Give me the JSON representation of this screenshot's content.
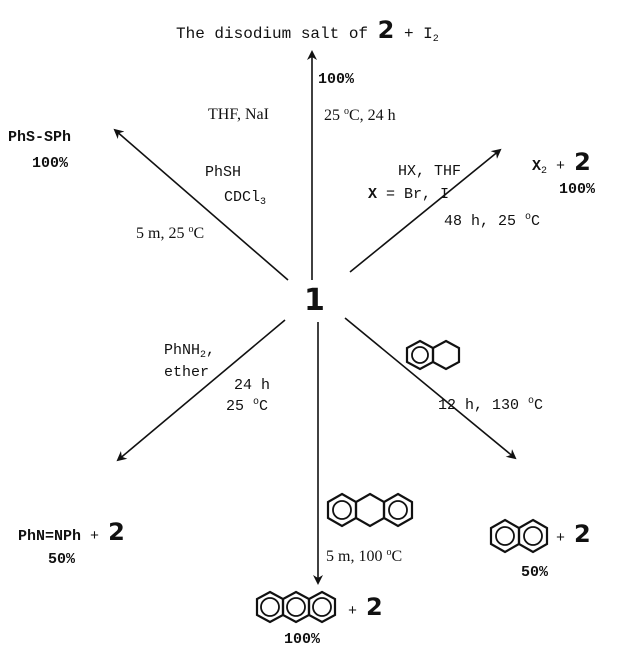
{
  "center_label": "1",
  "products": {
    "top": {
      "text": "The disodium salt of",
      "num": "2",
      "plus_reagent": "+ I",
      "sub": "2"
    },
    "top_right": {
      "x_label": "X",
      "x_sub": "2",
      "plus": "+",
      "num": "2",
      "yield": "100%"
    },
    "top_left": {
      "text": "PhS-SPh",
      "yield": "100%"
    },
    "bottom_left": {
      "text": "PhN=NPh",
      "plus": "+",
      "num": "2",
      "yield": "50%"
    },
    "bottom_center": {
      "plus": "+",
      "num": "2",
      "yield": "100%"
    },
    "bottom_right": {
      "plus": "+",
      "num": "2",
      "yield": "50%"
    }
  },
  "conditions": {
    "top": {
      "yield": "100%",
      "solvent": "THF, NaI",
      "temp_pre": "25 ",
      "temp_deg": "o",
      "temp_post": "C, 24 h"
    },
    "top_right": {
      "line1": "HX, THF",
      "x_label": "X",
      "line2": " = Br, I",
      "time_pre": "48 h, 25 ",
      "deg": "o",
      "time_post": "C"
    },
    "top_left": {
      "reagent": "PhSH",
      "solvent": "CDCl",
      "solvent_sub": "3",
      "time_pre": "5 m, 25 ",
      "deg": "o",
      "time_post": "C"
    },
    "bottom_left": {
      "reagent": "PhNH",
      "reagent_sub": "2",
      "reagent_comma": ",",
      "solvent": "ether",
      "time": "24 h",
      "temp_pre": "25 ",
      "deg": "o",
      "temp_post": "C"
    },
    "bottom_center": {
      "time_pre": "5 m, 100 ",
      "deg": "o",
      "time_post": "C"
    },
    "bottom_right": {
      "time_pre": "12 h, 130 ",
      "deg": "o",
      "time_post": "C"
    }
  },
  "structures": {
    "anthracene": "anthracene",
    "dihydroanthracene": "9,10-dihydroanthracene",
    "naphthalene": "naphthalene",
    "tetralin": "tetralin"
  }
}
